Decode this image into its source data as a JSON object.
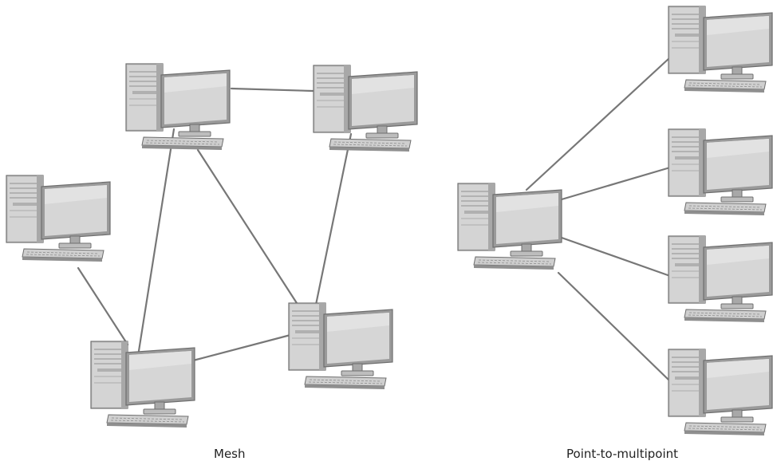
{
  "diagram": {
    "mesh": {
      "caption": "Mesh",
      "nodes": [
        "mesh-pc-top-left",
        "mesh-pc-top-right",
        "mesh-pc-middle-left",
        "mesh-pc-bottom-left",
        "mesh-pc-bottom-right"
      ],
      "links": [
        [
          "mesh-pc-top-left",
          "mesh-pc-top-right"
        ],
        [
          "mesh-pc-top-left",
          "mesh-pc-bottom-left"
        ],
        [
          "mesh-pc-top-left",
          "mesh-pc-bottom-right"
        ],
        [
          "mesh-pc-top-right",
          "mesh-pc-bottom-right"
        ],
        [
          "mesh-pc-middle-left",
          "mesh-pc-bottom-left"
        ],
        [
          "mesh-pc-bottom-left",
          "mesh-pc-bottom-right"
        ]
      ]
    },
    "point_to_multipoint": {
      "caption": "Point-to-multipoint",
      "hub": "p2mp-pc-hub",
      "spokes": [
        "p2mp-pc-spoke-1",
        "p2mp-pc-spoke-2",
        "p2mp-pc-spoke-3",
        "p2mp-pc-spoke-4"
      ]
    },
    "colors": {
      "link": "#777777",
      "tower": "#c9c9c9",
      "tower_dark": "#8f8f8f",
      "monitor_frame": "#9a9a9a",
      "screen": "#d6d6d6",
      "keyboard": "#cfcfcf",
      "caption_text": "#222222"
    },
    "icon": "desktop-computer-icon"
  }
}
